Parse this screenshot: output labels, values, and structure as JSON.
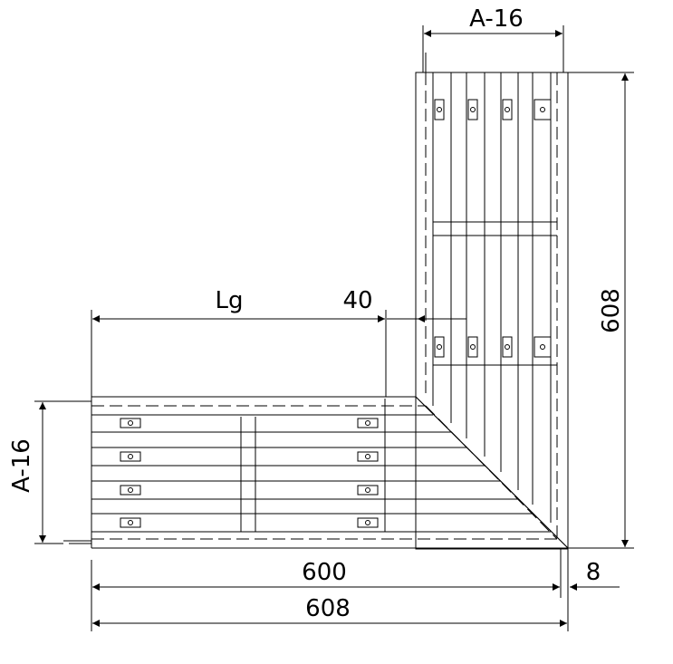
{
  "drawing": {
    "dim_top": "A-16",
    "dim_left": "A-16",
    "dim_right": "608",
    "dim_lg": "Lg",
    "dim_40": "40",
    "dim_600": "600",
    "dim_608": "608",
    "dim_8": "8"
  }
}
